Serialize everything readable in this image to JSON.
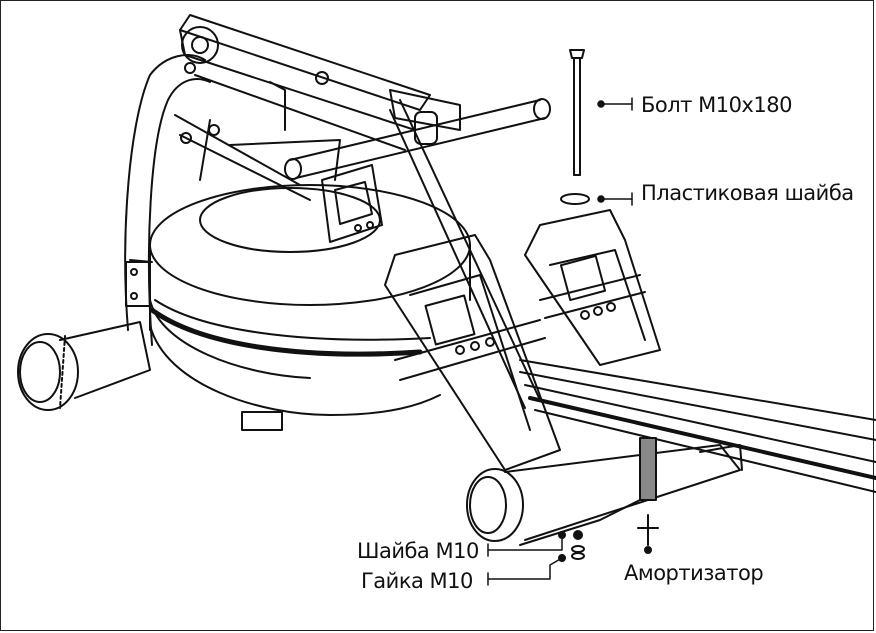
{
  "callouts": {
    "bolt": "Болт М10х180",
    "plastic_washer": "Пластиковая шайба",
    "washer_m10": "Шайба М10",
    "nut_m10": "Гайка  М10",
    "shock_absorber": "Амортизатор"
  },
  "colors": {
    "line": "#111111",
    "background": "#ffffff",
    "rail": "#222222"
  }
}
